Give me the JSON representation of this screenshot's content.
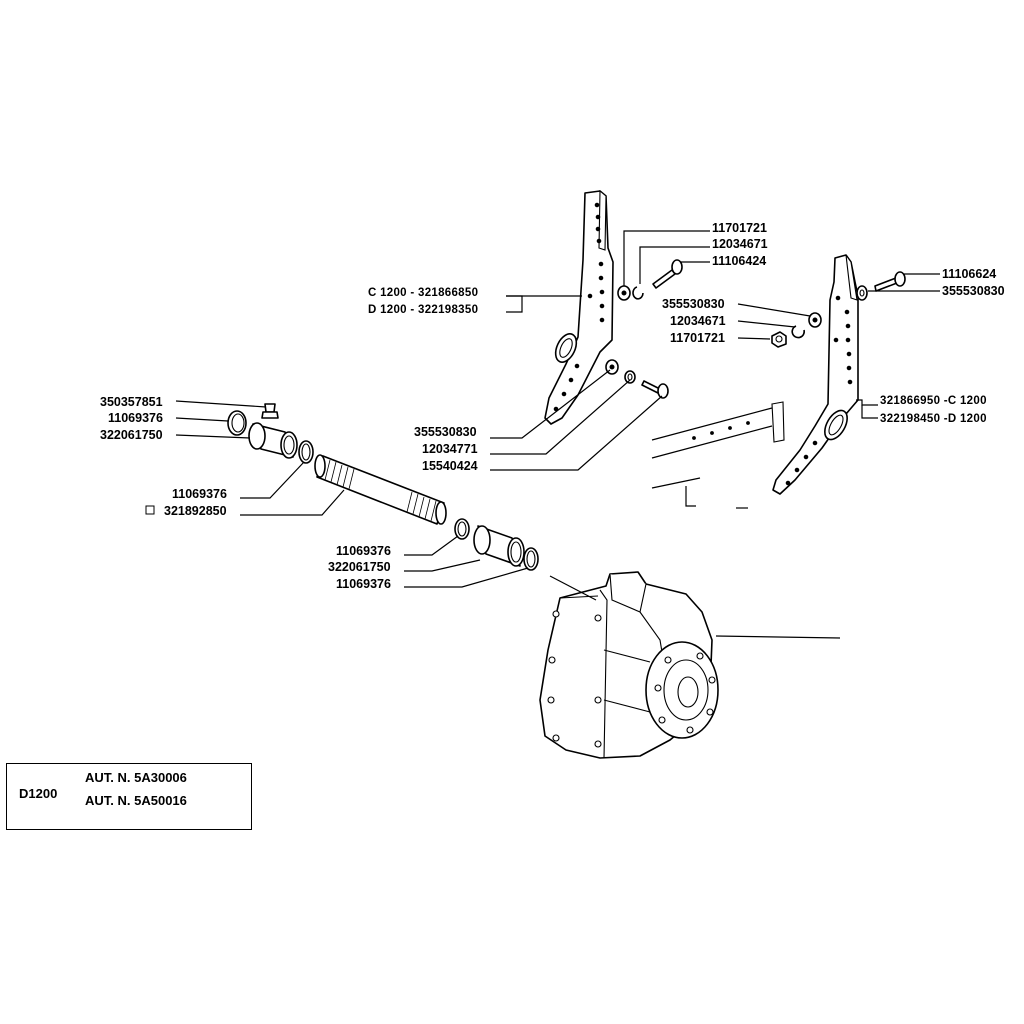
{
  "labels": {
    "l1": "11701721",
    "l2": "12034671",
    "l3": "11106424",
    "l4": "C 1200 - 321866850",
    "l5": "D 1200 - 322198350",
    "l6": "11106624",
    "l7": "355530830",
    "l8": "355530830",
    "l9": "12034671",
    "l10": "11701721",
    "l11": "321866950 -C 1200",
    "l12": "322198450 -D 1200",
    "l13": "350357851",
    "l14": "11069376",
    "l15": "322061750",
    "l16": "355530830",
    "l17": "12034771",
    "l18": "15540424",
    "l19": "11069376",
    "l20": "321892850",
    "l21": "11069376",
    "l22": "322061750",
    "l23": "11069376"
  },
  "info_box": {
    "model": "D1200",
    "aut1": "AUT. N. 5A30006",
    "aut2": "AUT. N. 5A50016"
  }
}
